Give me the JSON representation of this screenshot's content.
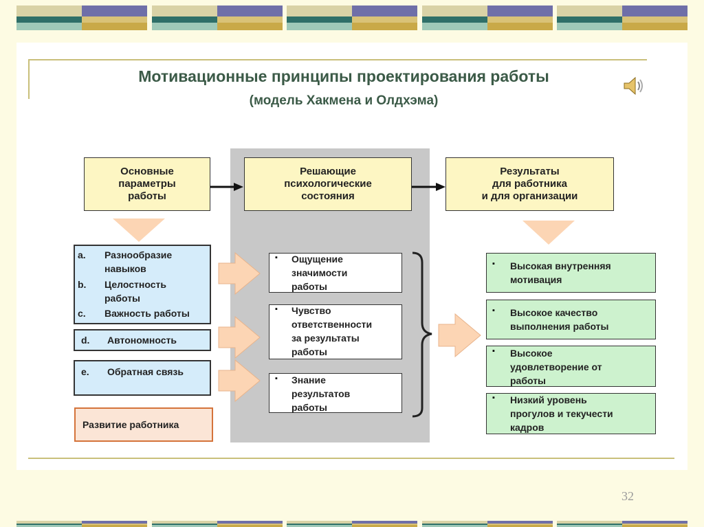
{
  "slide": {
    "title": "Мотивационные принципы проектирования работы",
    "subtitle": "(модель Хакмена и Олдхэма)",
    "page_number": "32"
  },
  "headers": {
    "left": "Основные\nпараметры\nработы",
    "middle": "Решающие\nпсихологические\nсостояния",
    "right": "Результаты\nдля работника\nи для организации"
  },
  "parameters": [
    {
      "marker": "a.",
      "text": "Разнообразие\nнавыков"
    },
    {
      "marker": "b.",
      "text": "Целостность\nработы"
    },
    {
      "marker": "c.",
      "text": "Важность работы"
    },
    {
      "marker": "d.",
      "text": "Автономность"
    },
    {
      "marker": "e.",
      "text": "Обратная связь"
    }
  ],
  "employee_development": "Развитие работника",
  "states": [
    "Ощущение\nзначимости\nработы",
    "Чувство\nответственности\nза результаты\nработы",
    "Знание\nрезультатов\nработы"
  ],
  "outcomes": [
    "Высокая внутренняя\nмотивация",
    "Высокое качество\nвыполнения работы",
    "Высокое\nудовлетворение от\nработы",
    "Низкий уровень\nпрогулов и текучести\nкадров"
  ],
  "bullet_symbol": "▪",
  "colors": {
    "title": "#3b5a47",
    "header_fill": "#fdf6c3",
    "parameter_fill": "#d5ecfa",
    "outcome_fill": "#cdf2ce",
    "development_fill": "#fbe5d6",
    "development_border": "#d4733a",
    "arrow_fill": "#fcd5b4",
    "middle_column": "#c8c8c8"
  },
  "icons": [
    "speaker-icon",
    "block-arrow-icon",
    "chevron-arrow-icon",
    "curly-brace-icon"
  ]
}
